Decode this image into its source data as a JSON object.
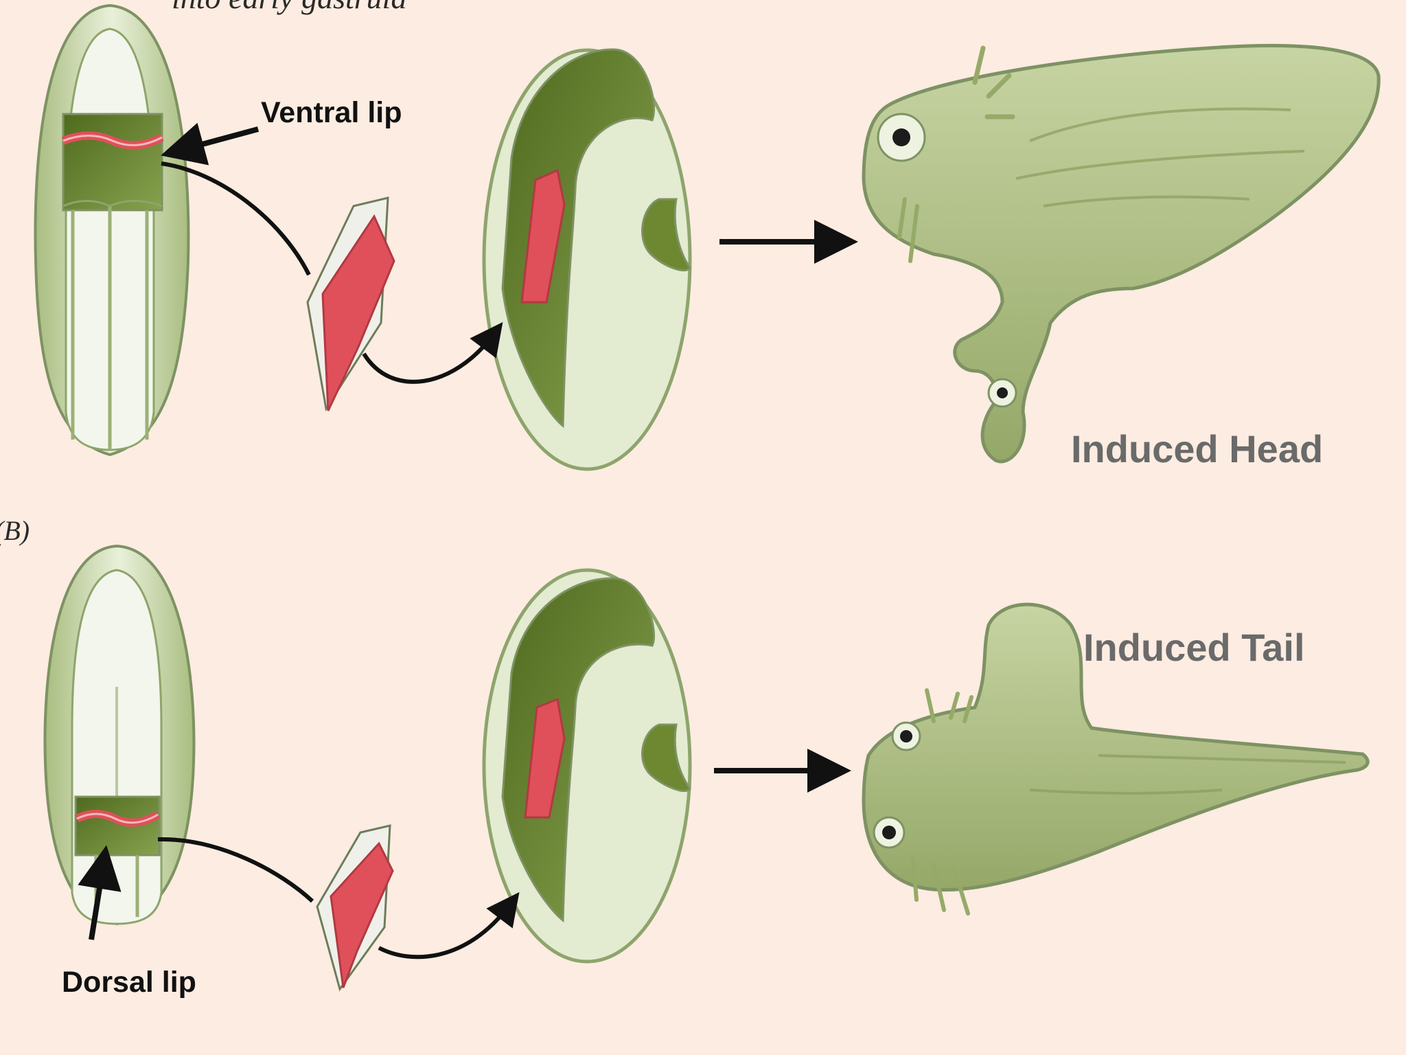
{
  "top_cutoff_text": "into early gastrula",
  "panel_b_letter": "(B)",
  "labels": {
    "ventral_lip": "Ventral lip",
    "dorsal_lip": "Dorsal lip",
    "induced_head": "Induced Head",
    "induced_tail": "Induced Tail"
  },
  "colors": {
    "background": "#fcece1",
    "embryo_light": "#e4ecd2",
    "embryo_mid": "#b3c58c",
    "embryo_dark": "#5f7a2a",
    "graft_red": "#e0505a",
    "outline": "#7e9263",
    "tadpole": "#b6c58c",
    "arrow": "#111111",
    "label_grey": "#6a6a6a"
  }
}
